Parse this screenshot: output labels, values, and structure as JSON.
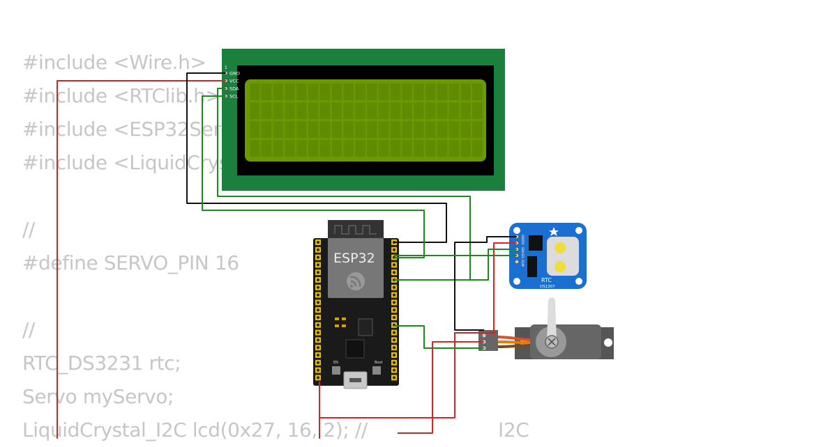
{
  "code_lines": [
    "#include <Wire.h>",
    "#include <RTClib.h>",
    "#include <ESP32Servo.h>",
    "#include <LiquidCrystal_I2C.h>",
    "",
    "//",
    "#define SERVO_PIN 16",
    "",
    "//",
    "RTC_DS3231 rtc;",
    "Servo myServo;",
    "LiquidCrystal_I2C lcd(0x27, 16, 2); //                      I2C"
  ],
  "lcd": {
    "pin_labels": [
      "GND",
      "VCC",
      "SDA",
      "SCL"
    ],
    "pin1_marker": "1"
  },
  "esp32": {
    "label": "ESP32",
    "boot_label": "Boot",
    "en_label": "EN"
  },
  "rtc_module": {
    "label": "RTC",
    "model": "DS1307",
    "pin_labels": [
      "GND",
      "5V",
      "SDA",
      "SCL",
      "SQW"
    ]
  },
  "colors": {
    "wire_red": "#e02020",
    "wire_green": "#1a8a1a",
    "wire_black": "#111111",
    "lcd_board": "#1b7f3e",
    "lcd_screen": "#6b9a00",
    "rtc_board": "#1a6fd0",
    "code_text": "#c6c6c6"
  }
}
